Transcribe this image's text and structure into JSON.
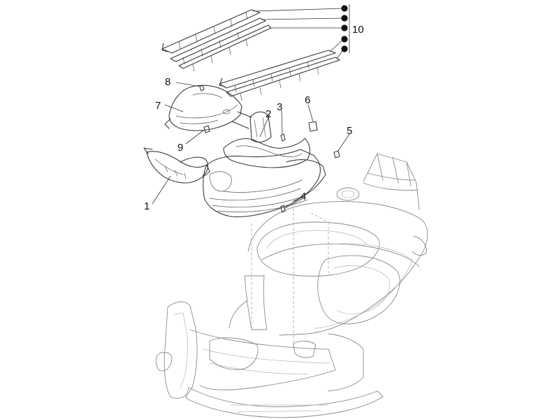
{
  "callouts": [
    {
      "id": "1",
      "label": "1"
    },
    {
      "id": "2",
      "label": "2"
    },
    {
      "id": "3",
      "label": "3"
    },
    {
      "id": "4",
      "label": "4"
    },
    {
      "id": "5",
      "label": "5"
    },
    {
      "id": "6",
      "label": "6"
    },
    {
      "id": "7",
      "label": "7"
    },
    {
      "id": "8",
      "label": "8"
    },
    {
      "id": "9",
      "label": "9"
    },
    {
      "id": "10",
      "label": "10"
    }
  ],
  "kit_group": {
    "label": "10",
    "member_count": 5
  }
}
